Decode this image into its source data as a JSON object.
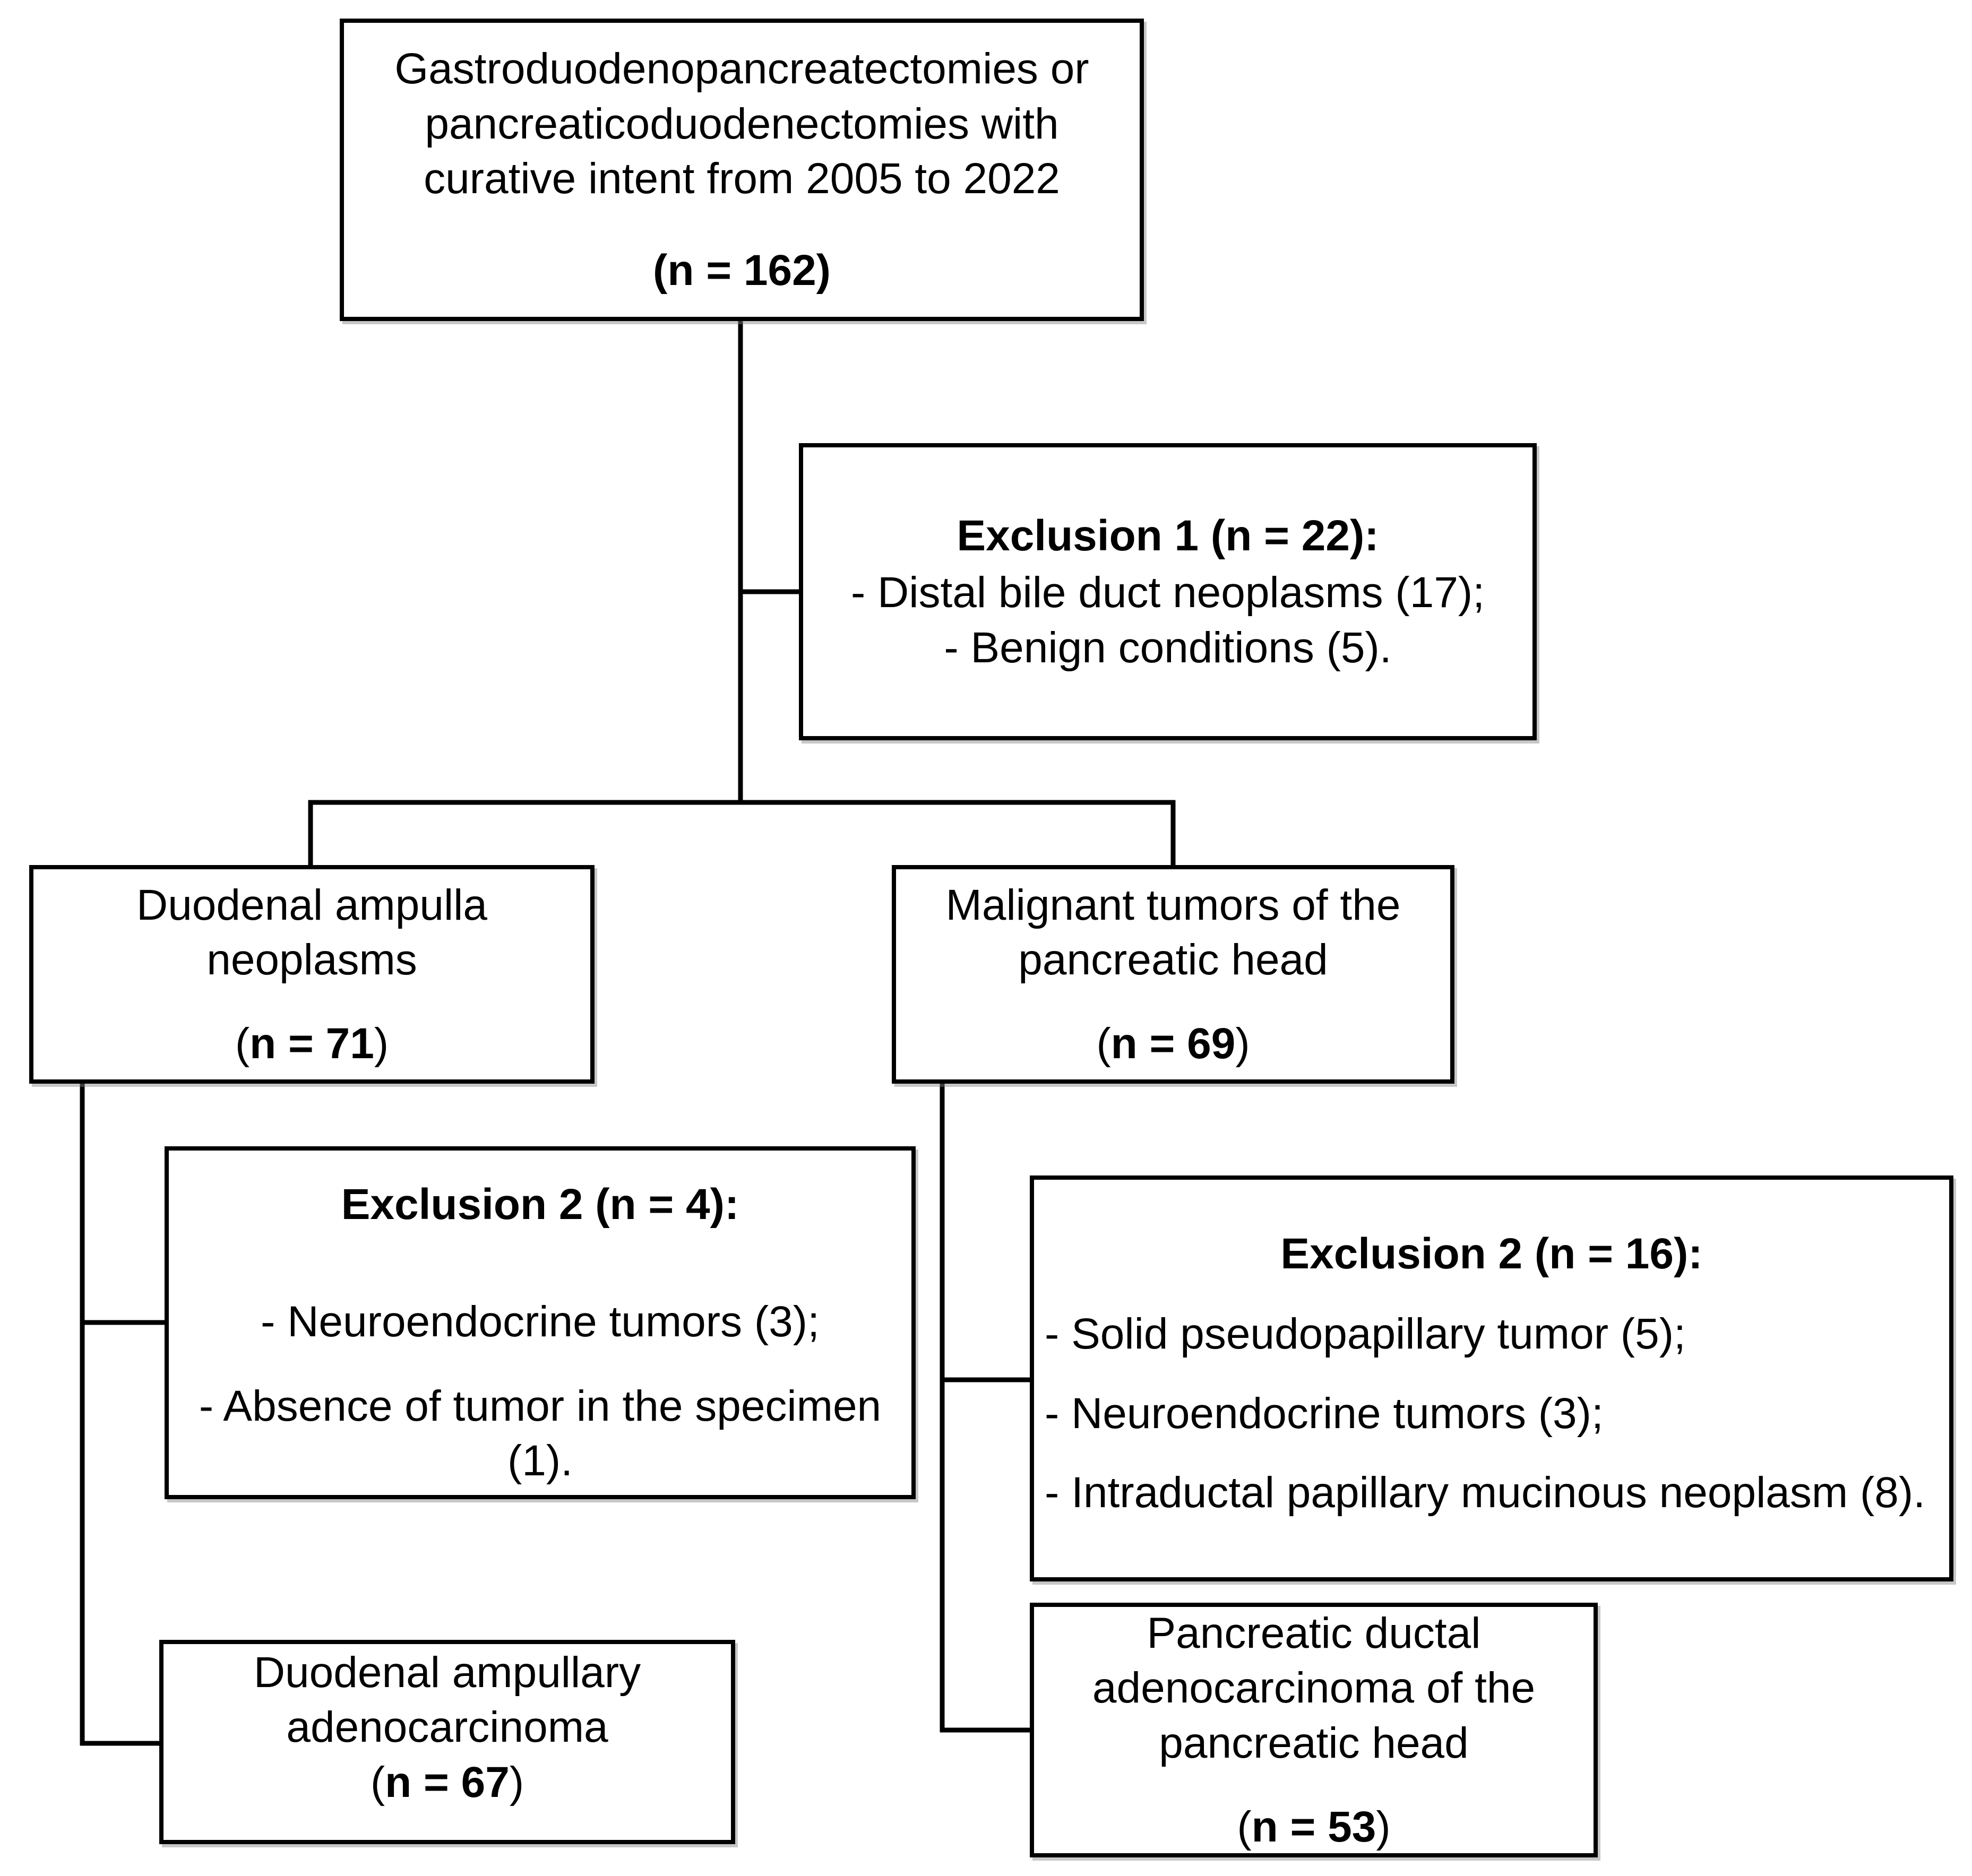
{
  "figure": {
    "background_color": "#ffffff",
    "line_color": "#000000",
    "text_color": "#000000"
  },
  "boxes": {
    "source": {
      "line1": "Gastroduodenopancreatectomies or",
      "line2": "pancreaticoduodenectomies with",
      "line3": "curative intent from 2005 to 2022",
      "n": "(n = 162)"
    },
    "exclusion1": {
      "title": "Exclusion 1 (n = 22):",
      "item1": "- Distal bile duct neoplasms (17);",
      "item2": "- Benign conditions (5)."
    },
    "duodenal_ampulla": {
      "line1": "Duodenal ampulla",
      "line2": "neoplasms",
      "n_open": "(",
      "n_value": "n = 71",
      "n_close": ")"
    },
    "malignant_pancreatic_head": {
      "line1": "Malignant tumors of the",
      "line2": "pancreatic head",
      "n_open": "(",
      "n_value": "n = 69",
      "n_close": ")"
    },
    "exclusion2_left": {
      "title": "Exclusion 2 (n = 4):",
      "item1": "- Neuroendocrine tumors (3);",
      "item2_line1": "- Absence of tumor in the specimen",
      "item2_line2": "(1)."
    },
    "exclusion2_right": {
      "title": "Exclusion 2 (n = 16):",
      "item1": "- Solid pseudopapillary tumor (5);",
      "item2": "- Neuroendocrine tumors (3);",
      "item3": "- Intraductal papillary mucinous neoplasm (8)."
    },
    "duodenal_ampullary_adenocarcinoma": {
      "line1": "Duodenal ampullary",
      "line2": "adenocarcinoma",
      "n_open": "(",
      "n_value": "n = 67",
      "n_close": ")"
    },
    "pdac_pancreatic_head": {
      "line1": "Pancreatic ductal",
      "line2": "adenocarcinoma of the",
      "line3": "pancreatic head",
      "n_open": "(",
      "n_value": "n = 53",
      "n_close": ")"
    }
  }
}
